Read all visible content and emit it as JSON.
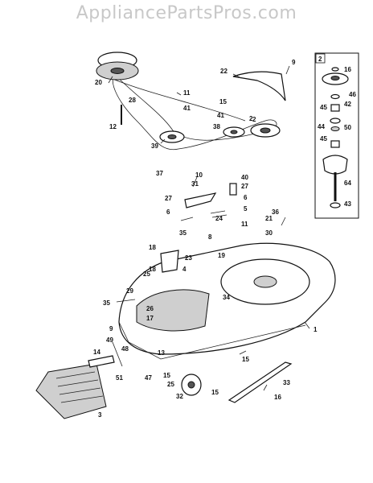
{
  "watermark": "AppliancePartsPros.com",
  "inset_label": "2",
  "callouts": [
    {
      "id": "c-9a",
      "text": "9"
    },
    {
      "id": "c-22",
      "text": "22"
    },
    {
      "id": "c-2a",
      "text": "2"
    },
    {
      "id": "c-16a",
      "text": "16"
    },
    {
      "id": "c-46",
      "text": "46"
    },
    {
      "id": "c-42",
      "text": "42"
    },
    {
      "id": "c-45a",
      "text": "45"
    },
    {
      "id": "c-44",
      "text": "44"
    },
    {
      "id": "c-50",
      "text": "50"
    },
    {
      "id": "c-45b",
      "text": "45"
    },
    {
      "id": "c-64",
      "text": "64"
    },
    {
      "id": "c-43",
      "text": "43"
    },
    {
      "id": "c-20",
      "text": "20"
    },
    {
      "id": "c-28",
      "text": "28"
    },
    {
      "id": "c-11a",
      "text": "11"
    },
    {
      "id": "c-41a",
      "text": "41"
    },
    {
      "id": "c-15a",
      "text": "15"
    },
    {
      "id": "c-41b",
      "text": "41"
    },
    {
      "id": "c-2b",
      "text": "2"
    },
    {
      "id": "c-38",
      "text": "38"
    },
    {
      "id": "c-12",
      "text": "12"
    },
    {
      "id": "c-39",
      "text": "39"
    },
    {
      "id": "c-37",
      "text": "37"
    },
    {
      "id": "c-10",
      "text": "10"
    },
    {
      "id": "c-31a",
      "text": "31"
    },
    {
      "id": "c-40",
      "text": "40"
    },
    {
      "id": "c-27a",
      "text": "27"
    },
    {
      "id": "c-6a",
      "text": "6"
    },
    {
      "id": "c-27b",
      "text": "27"
    },
    {
      "id": "c-5",
      "text": "5"
    },
    {
      "id": "c-6b",
      "text": "6"
    },
    {
      "id": "c-11b",
      "text": "11"
    },
    {
      "id": "c-36",
      "text": "36"
    },
    {
      "id": "c-21",
      "text": "21"
    },
    {
      "id": "c-30",
      "text": "30"
    },
    {
      "id": "c-8",
      "text": "8"
    },
    {
      "id": "c-35a",
      "text": "35"
    },
    {
      "id": "c-24",
      "text": "24"
    },
    {
      "id": "c-19",
      "text": "19"
    },
    {
      "id": "c-18a",
      "text": "18"
    },
    {
      "id": "c-23",
      "text": "23"
    },
    {
      "id": "c-4",
      "text": "4"
    },
    {
      "id": "c-18b",
      "text": "18"
    },
    {
      "id": "c-25a",
      "text": "25"
    },
    {
      "id": "c-29",
      "text": "29"
    },
    {
      "id": "c-35b",
      "text": "35"
    },
    {
      "id": "c-26",
      "text": "26"
    },
    {
      "id": "c-17",
      "text": "17"
    },
    {
      "id": "c-34",
      "text": "34"
    },
    {
      "id": "c-1",
      "text": "1"
    },
    {
      "id": "c-9b",
      "text": "9"
    },
    {
      "id": "c-49",
      "text": "49"
    },
    {
      "id": "c-48",
      "text": "48"
    },
    {
      "id": "c-14",
      "text": "14"
    },
    {
      "id": "c-13",
      "text": "13"
    },
    {
      "id": "c-15b",
      "text": "15"
    },
    {
      "id": "c-51",
      "text": "51"
    },
    {
      "id": "c-47",
      "text": "47"
    },
    {
      "id": "c-15c",
      "text": "15"
    },
    {
      "id": "c-25b",
      "text": "25"
    },
    {
      "id": "c-32",
      "text": "32"
    },
    {
      "id": "c-15d",
      "text": "15"
    },
    {
      "id": "c-33",
      "text": "33"
    },
    {
      "id": "c-16b",
      "text": "16"
    },
    {
      "id": "c-3",
      "text": "3"
    }
  ]
}
